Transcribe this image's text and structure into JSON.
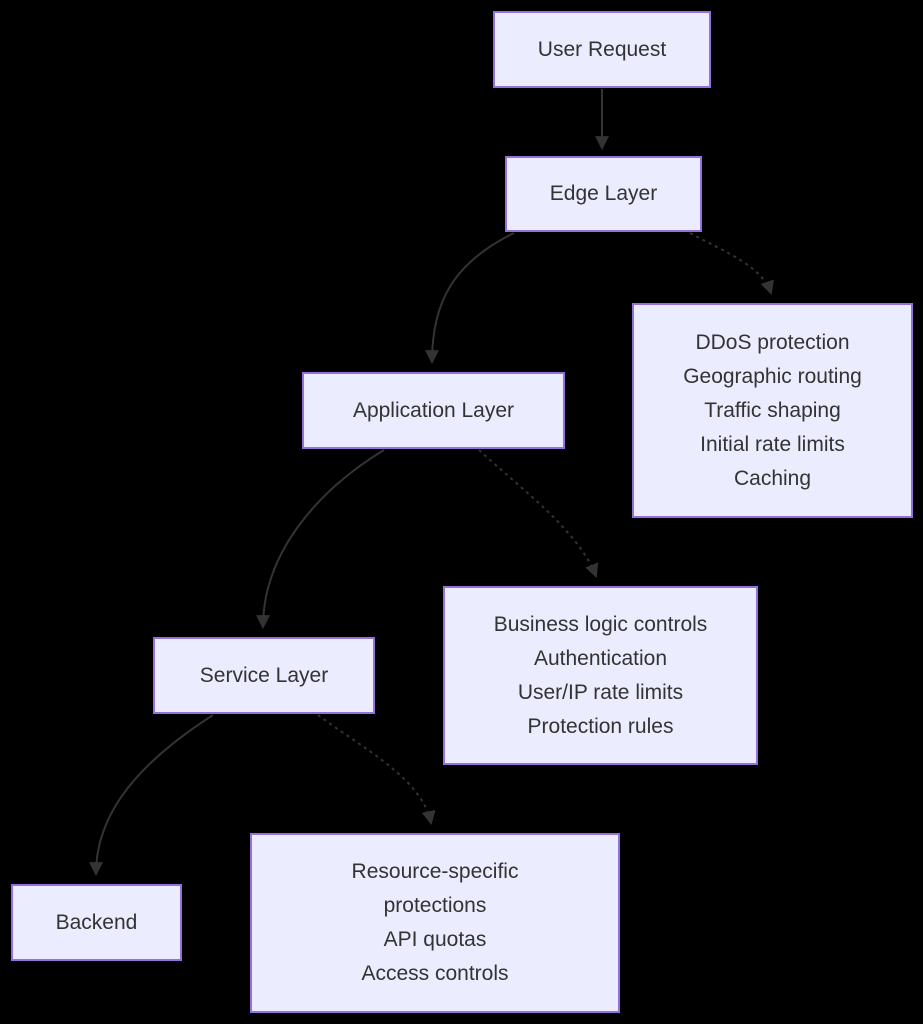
{
  "colors": {
    "background": "#000000",
    "node_fill": "#ECECFF",
    "node_border": "#9370DB",
    "text": "#333333",
    "arrow": "#333333"
  },
  "nodes": {
    "user_request": {
      "label": "User Request"
    },
    "edge_layer": {
      "label": "Edge Layer"
    },
    "application_layer": {
      "label": "Application Layer"
    },
    "edge_capabilities": {
      "lines": [
        "DDoS protection",
        "Geographic routing",
        "Traffic shaping",
        "Initial rate limits",
        "Caching"
      ]
    },
    "service_layer": {
      "label": "Service Layer"
    },
    "application_capabilities": {
      "lines": [
        "Business logic controls",
        "Authentication",
        "User/IP rate limits",
        "Protection rules"
      ]
    },
    "backend": {
      "label": "Backend"
    },
    "service_capabilities": {
      "lines": [
        "Resource-specific",
        "protections",
        "API quotas",
        "Access controls"
      ]
    }
  },
  "edges": [
    {
      "from": "user_request",
      "to": "edge_layer",
      "style": "solid"
    },
    {
      "from": "edge_layer",
      "to": "application_layer",
      "style": "solid"
    },
    {
      "from": "edge_layer",
      "to": "edge_capabilities",
      "style": "dotted"
    },
    {
      "from": "application_layer",
      "to": "service_layer",
      "style": "solid"
    },
    {
      "from": "application_layer",
      "to": "application_capabilities",
      "style": "dotted"
    },
    {
      "from": "service_layer",
      "to": "backend",
      "style": "solid"
    },
    {
      "from": "service_layer",
      "to": "service_capabilities",
      "style": "dotted"
    }
  ]
}
